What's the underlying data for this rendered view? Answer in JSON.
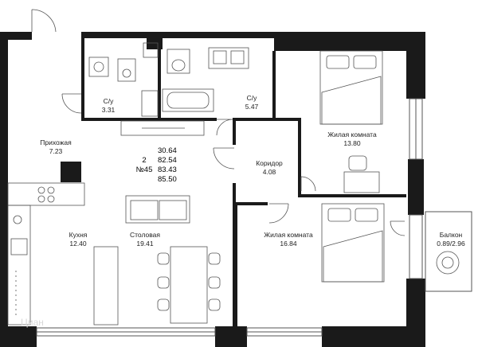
{
  "apartment": {
    "rooms": "2",
    "number": "№45",
    "areas": [
      "30.64",
      "82.54",
      "83.43",
      "85.50"
    ]
  },
  "rooms": [
    {
      "key": "wc1",
      "name": "С/у",
      "area": "3.31"
    },
    {
      "key": "wc2",
      "name": "С/у",
      "area": "5.47"
    },
    {
      "key": "hall",
      "name": "Прихожая",
      "area": "7.23"
    },
    {
      "key": "bedroom1",
      "name": "Жилая комната",
      "area": "13.80"
    },
    {
      "key": "corridor",
      "name": "Коридор",
      "area": "4.08"
    },
    {
      "key": "kitchen",
      "name": "Кухня",
      "area": "12.40"
    },
    {
      "key": "dining",
      "name": "Столовая",
      "area": "19.41"
    },
    {
      "key": "bedroom2",
      "name": "Жилая комната",
      "area": "16.84"
    },
    {
      "key": "balcony",
      "name": "Балкон",
      "area": "0.89/2.96"
    }
  ],
  "watermark": "Циан",
  "colors": {
    "wall": "#1a1a1a",
    "line": "#555555",
    "background": "#ffffff"
  }
}
